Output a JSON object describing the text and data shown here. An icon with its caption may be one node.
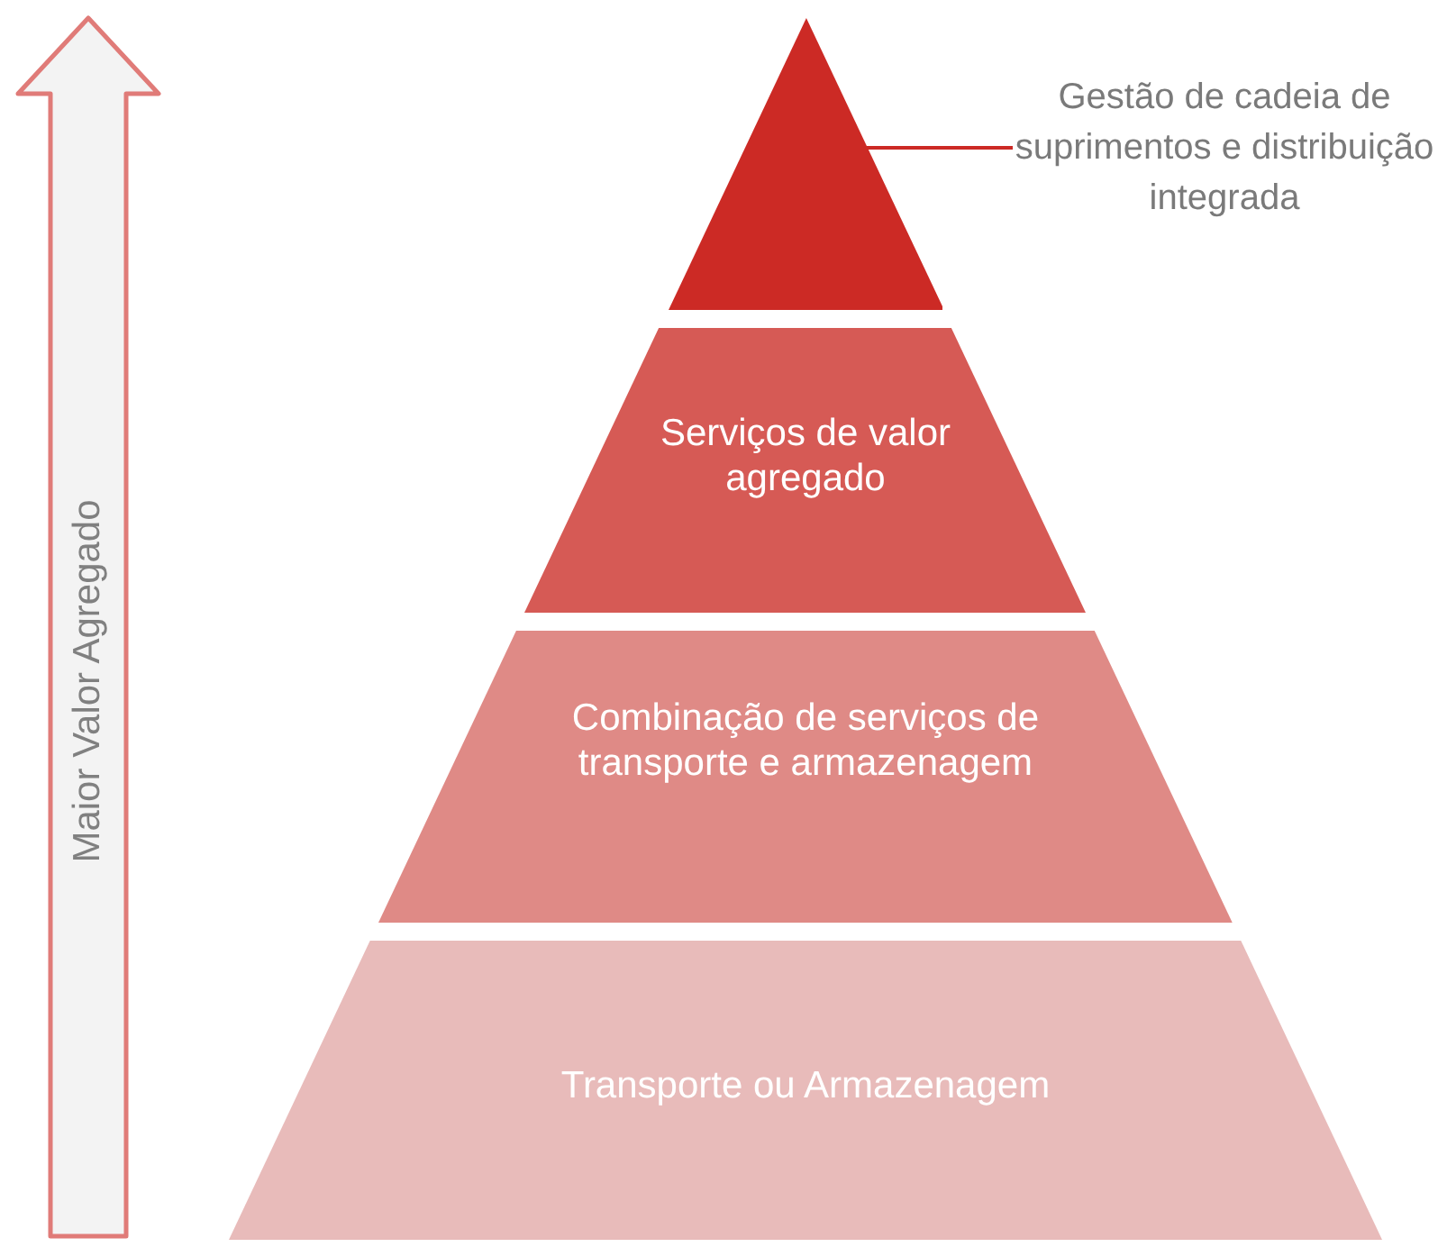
{
  "diagram": {
    "nodes": [
      {
        "text": [
          "Maior Valor Agregado"
        ]
      },
      {
        "text": [
          "Gestão de cadeia de suprimentos e distribuição integrada"
        ]
      },
      {
        "text": [],
        "shape": "triangle"
      },
      {
        "text": [
          "Serviços de valor agregado"
        ]
      },
      {
        "text": [
          "Combinação de serviços de transporte e armazenagem"
        ]
      },
      {
        "text": [
          "Transporte ou Armazenagem"
        ]
      }
    ],
    "edges": [
      {
        "from": 1,
        "to": 2,
        "arrow": "none"
      }
    ]
  }
}
